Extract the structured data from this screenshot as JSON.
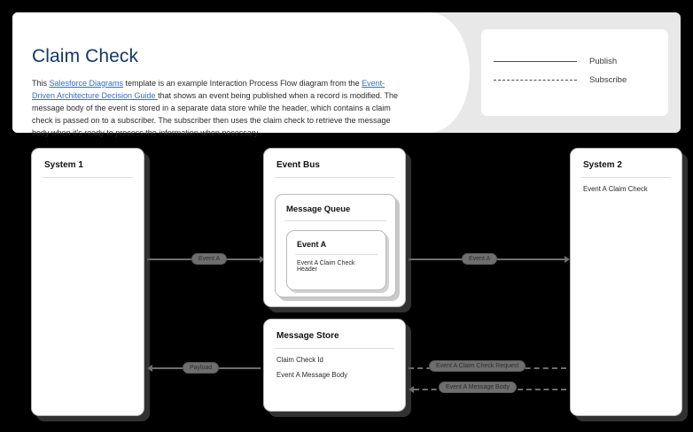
{
  "header": {
    "title": "Claim Check",
    "description_parts": [
      {
        "type": "text",
        "value": "This "
      },
      {
        "type": "link",
        "value": "Salesforce Diagrams"
      },
      {
        "type": "text",
        "value": " template is an example Interaction Process Flow diagram from the "
      },
      {
        "type": "link",
        "value": "Event-Driven Architecture Decision Guide "
      },
      {
        "type": "text",
        "value": "that shows an event being published when a record is modified.  The message body of the event is stored in a separate data store while the header, which contains a claim check is passed on to a subscriber.  The subscriber then uses the claim check to retrieve the message body when it's ready to process the information when necessary."
      }
    ],
    "title_color": "#13376b",
    "link_color": "#2f6fd0"
  },
  "legend": {
    "items": [
      {
        "style": "solid",
        "label": "Publish"
      },
      {
        "style": "dashed",
        "label": "Subscribe"
      }
    ]
  },
  "diagram": {
    "system1": {
      "title": "System 1",
      "lines": []
    },
    "event_bus": {
      "title": "Event Bus",
      "message_queue": {
        "title": "Message Queue",
        "event": {
          "title": "Event A",
          "lines": [
            "Event A Claim Check Header"
          ]
        }
      }
    },
    "message_store": {
      "title": "Message Store",
      "lines": [
        "Claim Check Id",
        "Event A Message Body"
      ]
    },
    "system2": {
      "title": "System 2",
      "lines": [
        "Event A Claim Check"
      ]
    },
    "connectors": [
      {
        "name": "system1-to-eventbus",
        "label": "Event A",
        "style": "solid",
        "direction": "right"
      },
      {
        "name": "eventbus-to-system2",
        "label": "Event A",
        "style": "solid",
        "direction": "right"
      },
      {
        "name": "messagestore-to-system1",
        "label": "Payload",
        "style": "solid",
        "direction": "left"
      },
      {
        "name": "system2-claim-check-request",
        "label": "Event A Claim Check Request",
        "style": "dashed",
        "direction": "right"
      },
      {
        "name": "system2-message-body",
        "label": "Event A Message Body",
        "style": "dashed",
        "direction": "left"
      }
    ]
  },
  "colors": {
    "canvas_background": "#000000",
    "header_band": "#e8e8e8",
    "card_background": "#ffffff",
    "connector": "#6e6e6e"
  }
}
